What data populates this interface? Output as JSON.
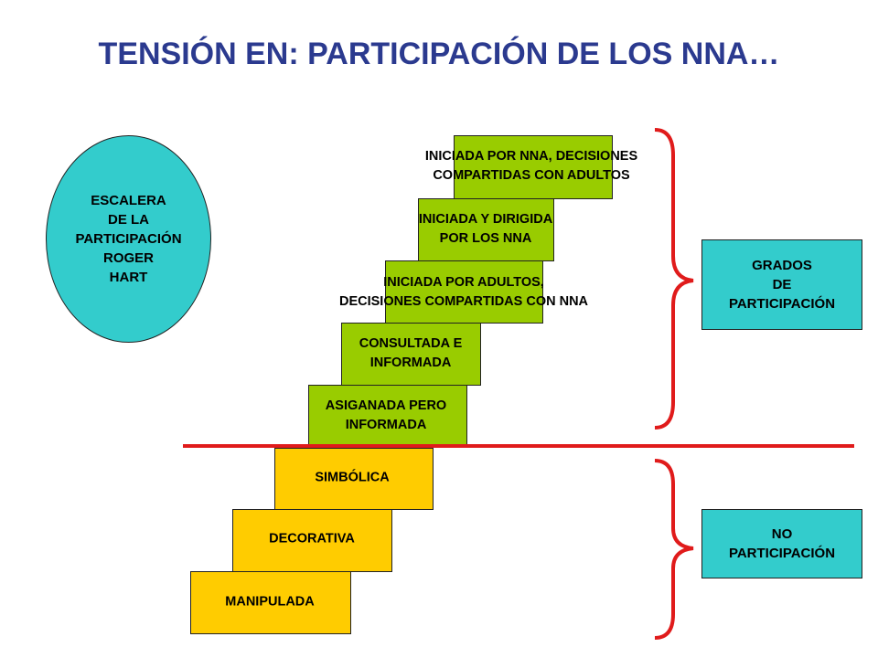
{
  "title": "TENSIÓN EN: PARTICIPACIÓN DE LOS NNA…",
  "ellipse": [
    "ESCALERA",
    "DE LA",
    "PARTICIPACIÓN",
    "ROGER",
    "HART"
  ],
  "participation_steps": [
    {
      "l1": "INICIADA POR NNA, DECISIONES",
      "l2": "COMPARTIDAS CON ADULTOS"
    },
    {
      "l1": "INICIADA Y DIRIGIDA",
      "l2": "POR LOS NNA"
    },
    {
      "l1": "INICIADA POR ADULTOS,",
      "l2": "DECISIONES COMPARTIDAS CON NNA"
    },
    {
      "l1": "CONSULTADA E",
      "l2": "INFORMADA"
    },
    {
      "l1": "ASIGANADA PERO",
      "l2": "INFORMADA"
    }
  ],
  "non_participation_steps": [
    "SIMBÓLICA",
    "DECORATIVA",
    "MANIPULADA"
  ],
  "grados": [
    "GRADOS",
    "DE",
    "PARTICIPACIÓN"
  ],
  "no_participacion": [
    "NO",
    "PARTICIPACIÓN"
  ],
  "colors": {
    "green": "#99cc00",
    "yellow": "#ffcc00",
    "teal": "#33cccc",
    "red": "#e01b1b",
    "title": "#2b3a8f"
  }
}
